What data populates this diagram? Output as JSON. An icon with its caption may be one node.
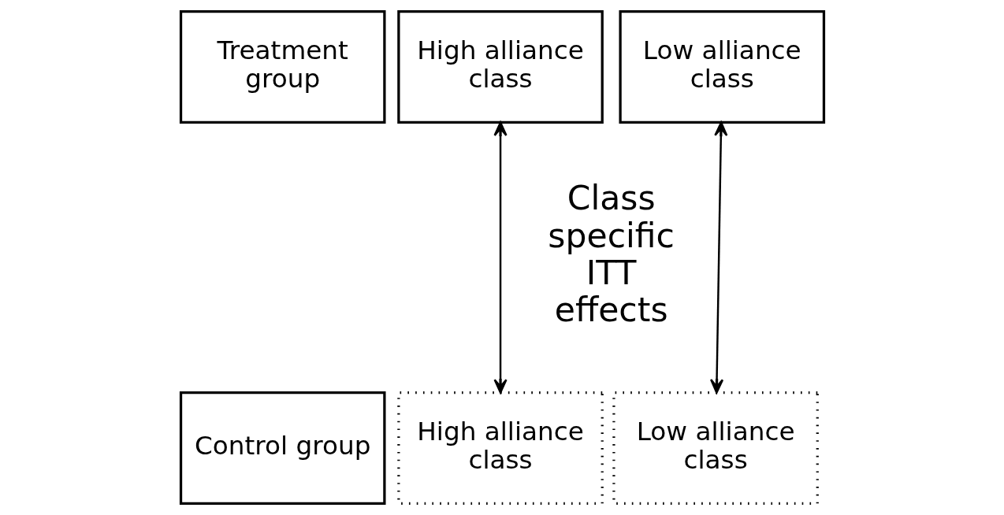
{
  "diagram": {
    "nodes": [
      {
        "text": [
          "Treatment group"
        ]
      },
      {
        "text": [
          "High alliance class"
        ]
      },
      {
        "text": [
          "Low alliance class"
        ]
      },
      {
        "text": [
          "Control group"
        ]
      },
      {
        "text": [
          "High alliance class"
        ]
      },
      {
        "text": [
          "Low alliance class"
        ]
      }
    ],
    "edges": [
      {
        "from": 1,
        "to": 4,
        "arrow": "both"
      },
      {
        "from": 2,
        "to": 5,
        "arrow": "both"
      }
    ],
    "labels": [
      "Class specific ITT effects"
    ]
  }
}
